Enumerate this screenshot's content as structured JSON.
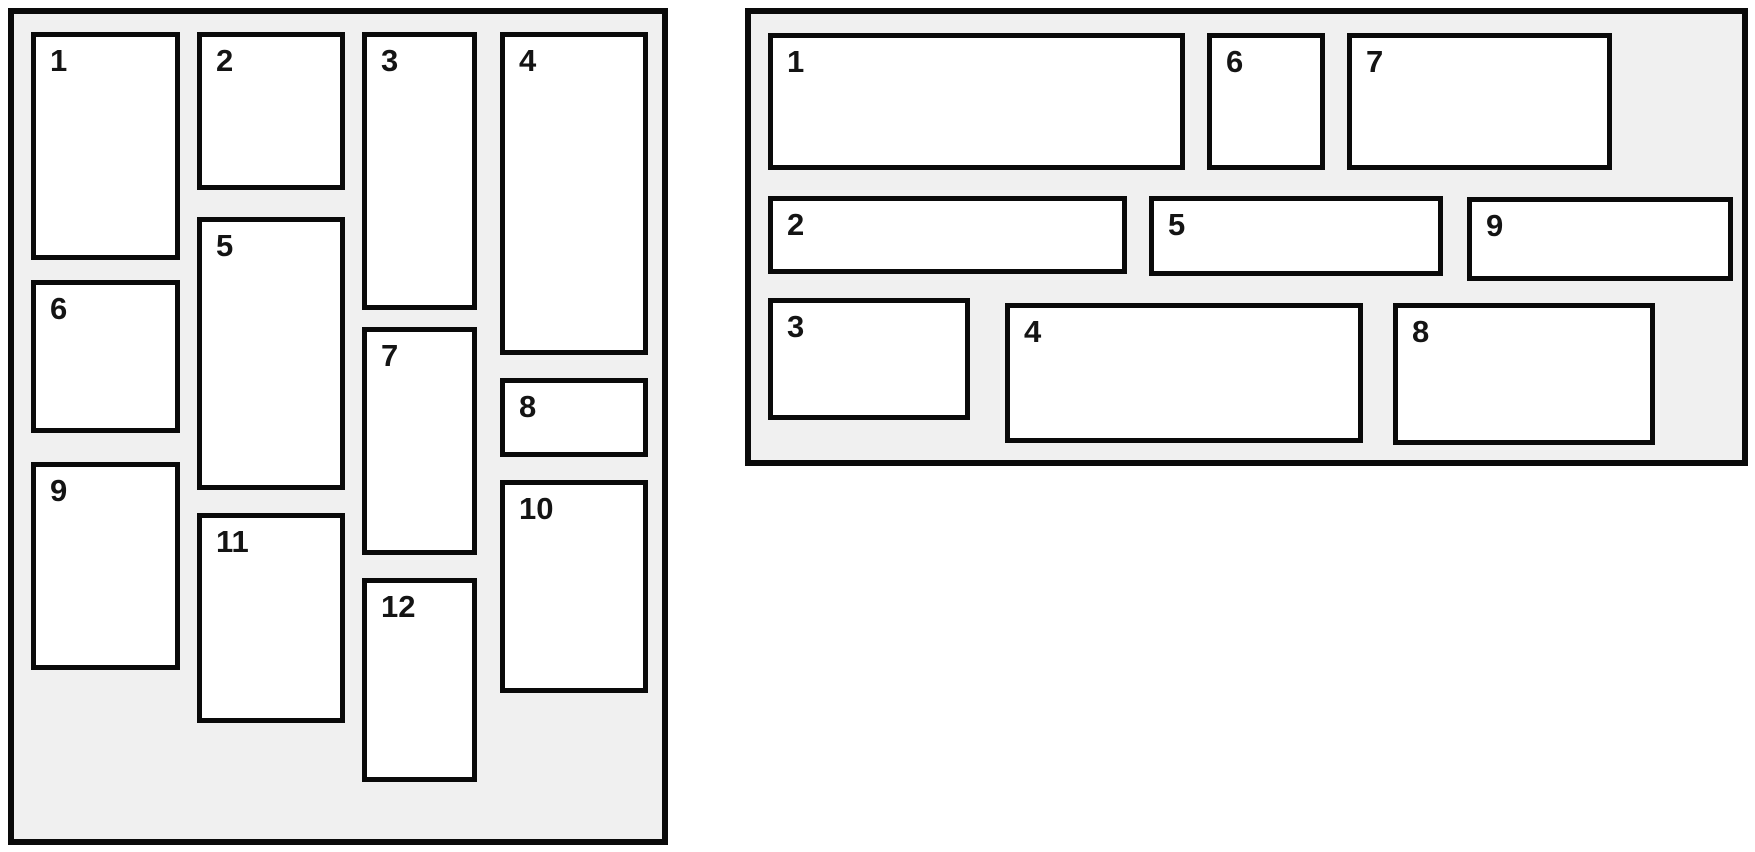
{
  "colors": {
    "panel_background": "#f0f0f0",
    "box_background": "#ffffff",
    "border": "#0a0a0a",
    "label_text": "#141414"
  },
  "panels": {
    "left": {
      "items": [
        "1",
        "2",
        "3",
        "4",
        "5",
        "6",
        "7",
        "8",
        "9",
        "10",
        "11",
        "12"
      ]
    },
    "right": {
      "items": [
        "1",
        "2",
        "3",
        "4",
        "5",
        "6",
        "7",
        "8",
        "9"
      ]
    }
  }
}
